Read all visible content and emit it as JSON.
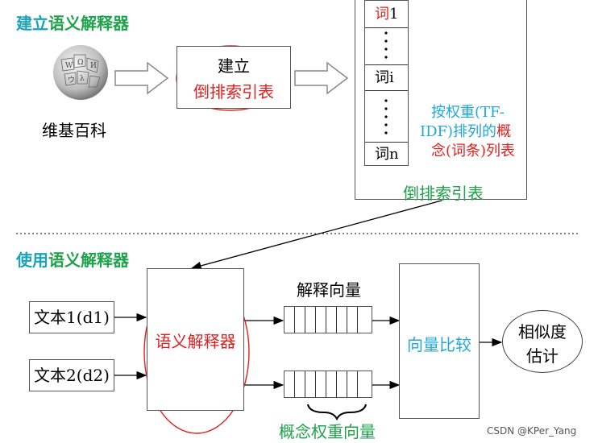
{
  "top": {
    "section_title_a": "建立",
    "section_title_b": "语义解释器",
    "wiki_label": "维基百科",
    "build_box_line1": "建立",
    "build_box_line2": "倒排索引表",
    "index_rows": {
      "row1_word": "词",
      "row1_num": "1",
      "rowi_word": "词",
      "rowi_num": "i",
      "rown_word": "词",
      "rown_num": "n"
    },
    "concept_caption_line1": "按权重(TF-",
    "concept_caption_line2_a": "IDF)排列的",
    "concept_caption_line2_b": "概",
    "concept_caption_line3_a": "念(词条)",
    "concept_caption_line3_b": "列表",
    "index_table_label": "倒排索引表"
  },
  "bottom": {
    "section_title_a": "使用",
    "section_title_b": "语义解释器",
    "doc1": "文本1(d1)",
    "doc2": "文本2(d2)",
    "interpreter": "语义解释器",
    "vector_label": "解释向量",
    "compare": "向量比较",
    "similarity_line1": "相似度",
    "similarity_line2": "估计",
    "weight_vector_label": "概念权重向量"
  },
  "watermark": "CSDN @KPer_Yang",
  "colors": {
    "teal": "#19a3b8",
    "green": "#1fa34a",
    "red": "#e02020",
    "cyan": "#20a8d8"
  }
}
